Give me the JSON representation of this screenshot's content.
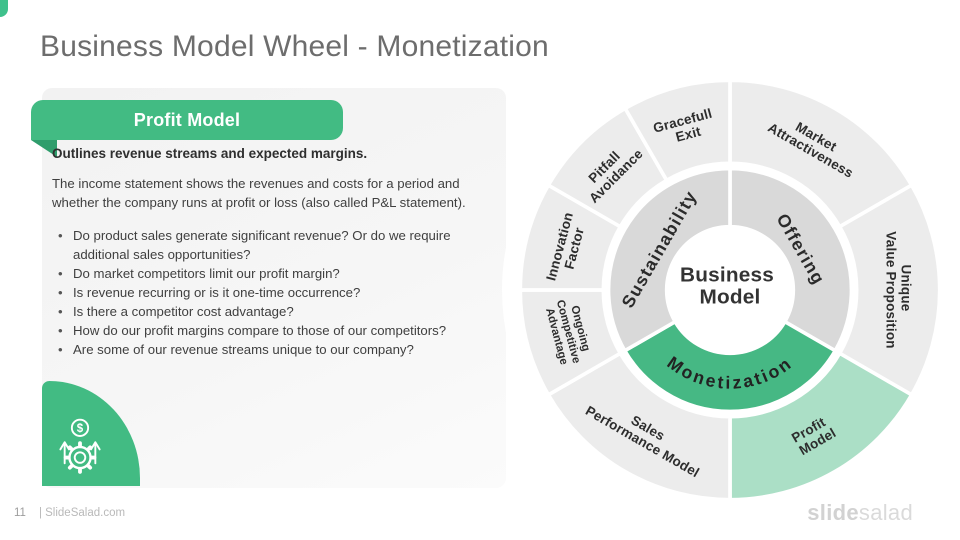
{
  "slide": {
    "title": "Business Model Wheel - Monetization",
    "page_number": "11",
    "footer_site": "| SlideSalad.com",
    "logo_bold": "slide",
    "logo_light": "salad"
  },
  "panel": {
    "banner": "Profit Model",
    "lead": "Outlines revenue streams and expected margins.",
    "paragraph": "The income statement shows the revenues and costs for a period and whether the company runs at profit or loss (also called P&L statement).",
    "bullets": [
      "Do product sales generate significant revenue? Or do we require additional sales opportunities?",
      "Do market competitors limit our profit margin?",
      "Is revenue recurring or is it one-time occurrence?",
      "Is there a competitor cost advantage?",
      "How do our profit margins compare to those of our competitors?",
      "Are some of our revenue streams unique to our company?"
    ]
  },
  "wheel": {
    "center_line1": "Business",
    "center_line2": "Model",
    "inner": {
      "offering": "Offering",
      "monetization": "Monetization",
      "sustainability": "Sustainability"
    },
    "outer": [
      {
        "line1": "Market",
        "line2": "Attractiveness"
      },
      {
        "line1": "Unique",
        "line2": "Value Proposition"
      },
      {
        "line1": "Profit",
        "line2": "Model"
      },
      {
        "line1": "Sales",
        "line2": "Performance Model"
      },
      {
        "line1": "Ongoing",
        "line2": "Competitive",
        "line3": "Advantage"
      },
      {
        "line1": "Innovation",
        "line2": "Factor"
      },
      {
        "line1": "Pitfall",
        "line2": "Avoidance"
      },
      {
        "line1": "Gracefull",
        "line2": "Exit"
      }
    ]
  },
  "icons": {
    "corner_icon": "dollar-gear-growth-icon",
    "dollar": "$"
  },
  "colors": {
    "green": "#42bb83",
    "green_dark": "#2f9d6c",
    "green_light": "#abdfc6",
    "inner_gray": "#d9d9d9",
    "outer_gray": "#ececec",
    "title_gray": "#6d6d6d",
    "label_dark": "#2d2d2d"
  }
}
